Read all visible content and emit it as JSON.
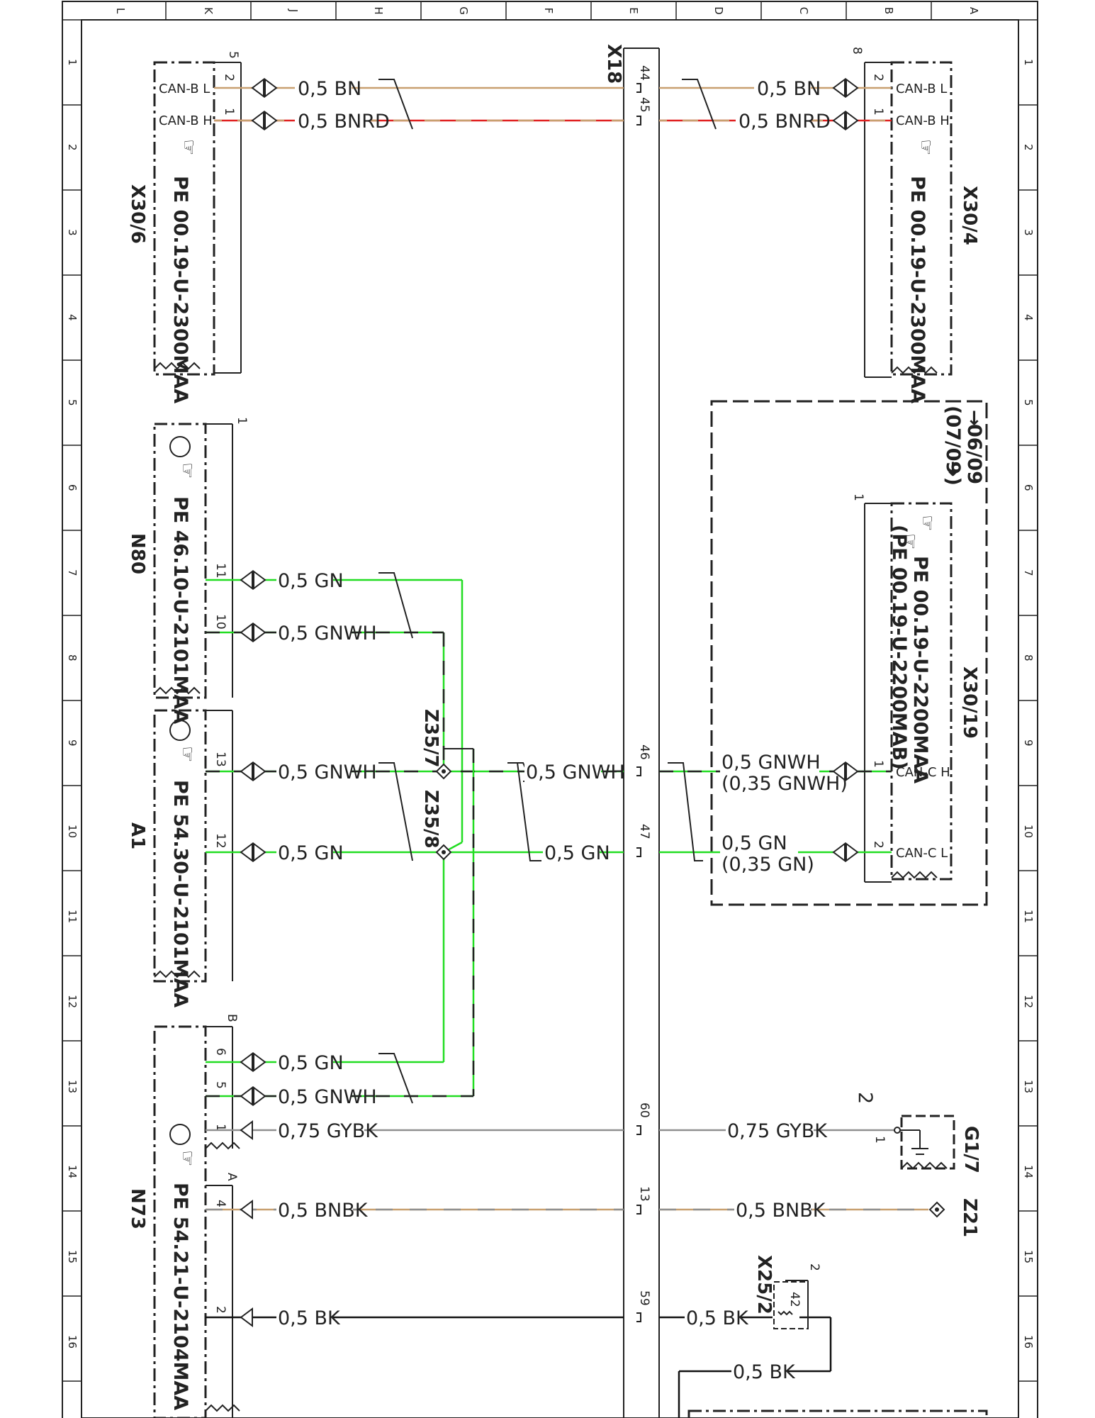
{
  "frame": {
    "columns": [
      "L",
      "K",
      "J",
      "H",
      "G",
      "F",
      "E",
      "D",
      "C",
      "B",
      "A"
    ],
    "rows": [
      "1",
      "2",
      "3",
      "4",
      "5",
      "6",
      "7",
      "8",
      "9",
      "10",
      "11",
      "12",
      "13",
      "14",
      "15",
      "16"
    ]
  },
  "components": {
    "x18": {
      "id": "X18",
      "pins": [
        "44",
        "45",
        "46",
        "47",
        "60",
        "13",
        "59"
      ]
    },
    "x30_6": {
      "id": "X30/6",
      "pe": "PE 00.19-U-2300MAA",
      "tag": "5",
      "signals": [
        "CAN-B L",
        "CAN-B H"
      ],
      "pins": [
        "2",
        "1"
      ]
    },
    "x30_4": {
      "id": "X30/4",
      "pe": "PE 00.19-U-2300MAA",
      "tag": "8",
      "signals": [
        "CAN-B L",
        "CAN-B H"
      ],
      "pins": [
        "2",
        "1"
      ]
    },
    "x30_19": {
      "id": "X30/19",
      "pe1": "PE 00.19-U-2200MAA",
      "pe2": "(PE 00.19-U-2200MAB)",
      "tag": "1",
      "signals": [
        "CAN-C H",
        "CAN-C L"
      ],
      "pins": [
        "1",
        "2"
      ],
      "validity_from": "06/09",
      "validity_to": "(07/09",
      "validity_arrow_1": "→",
      "validity_arrow_2": "→)"
    },
    "n80": {
      "id": "N80",
      "pe": "PE 46.10-U-2101MAA",
      "tag": "1",
      "pins": [
        "11",
        "10"
      ]
    },
    "a1": {
      "id": "A1",
      "pe": "PE 54.30-U-2101MAA",
      "pins": [
        "13",
        "12"
      ]
    },
    "n73": {
      "id": "N73",
      "pe": "PE 54.21-U-2104MAA",
      "tag_b": "B",
      "tag_a": "A",
      "pins": [
        "6",
        "5",
        "1",
        "4",
        "2"
      ]
    },
    "z35_7": {
      "id": "Z35/7"
    },
    "z35_8": {
      "id": "Z35/8"
    },
    "g1_7": {
      "id": "G1/7",
      "tag": "2",
      "pin": "1"
    },
    "z21": {
      "id": "Z21"
    },
    "x25_2": {
      "id": "X25/2",
      "tag": "2",
      "pin": "42"
    }
  },
  "wires": {
    "w1": "0,5 BN",
    "w2": "0,5 BNRD",
    "w3": "0,5 BN",
    "w4": "0,5 BNRD",
    "w5": "0,5 GN",
    "w6": "0,5 GNWH",
    "w7": "0,5 GNWH",
    "w8": "0,5 GN",
    "w9": "0,5 GNWH",
    "w10": "0,5 GN",
    "w11": "0,5 GNWH",
    "w11b": "(0,35 GNWH)",
    "w12": "0,5 GN",
    "w12b": "(0,35 GN)",
    "w13": "0,5 GN",
    "w14": "0,5 GNWH",
    "w15": "0,75 GYBK",
    "w16": "0,75 GYBK",
    "w17": "0,5 BNBK",
    "w18": "0,5 BNBK",
    "w19": "0,5 BK",
    "w20": "0,5 BK",
    "w21": "0,5 BK"
  },
  "colors": {
    "brown": "#c8a070",
    "red": "#e02020",
    "green": "#22dd22",
    "gray": "#909090",
    "black": "#111111",
    "tan": "#c8a070"
  }
}
